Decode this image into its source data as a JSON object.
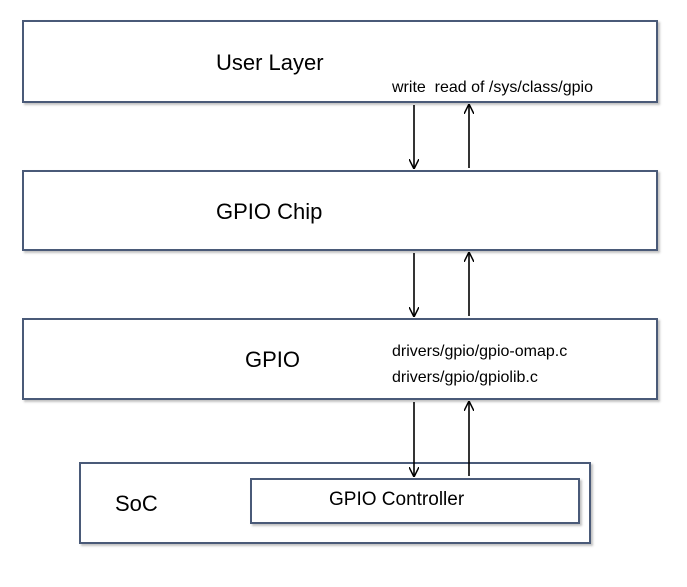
{
  "layers": {
    "user": {
      "title": "User Layer",
      "note": "write  read of /sys/class/gpio"
    },
    "chip": {
      "title": "GPIO Chip"
    },
    "gpio": {
      "title": "GPIO",
      "note_line1": "drivers/gpio/gpio-omap.c",
      "note_line2": "drivers/gpio/gpiolib.c"
    },
    "soc": {
      "title": "SoC",
      "controller": "GPIO Controller"
    }
  },
  "style": {
    "border": "#4a5a78",
    "arrow": "#000000"
  }
}
